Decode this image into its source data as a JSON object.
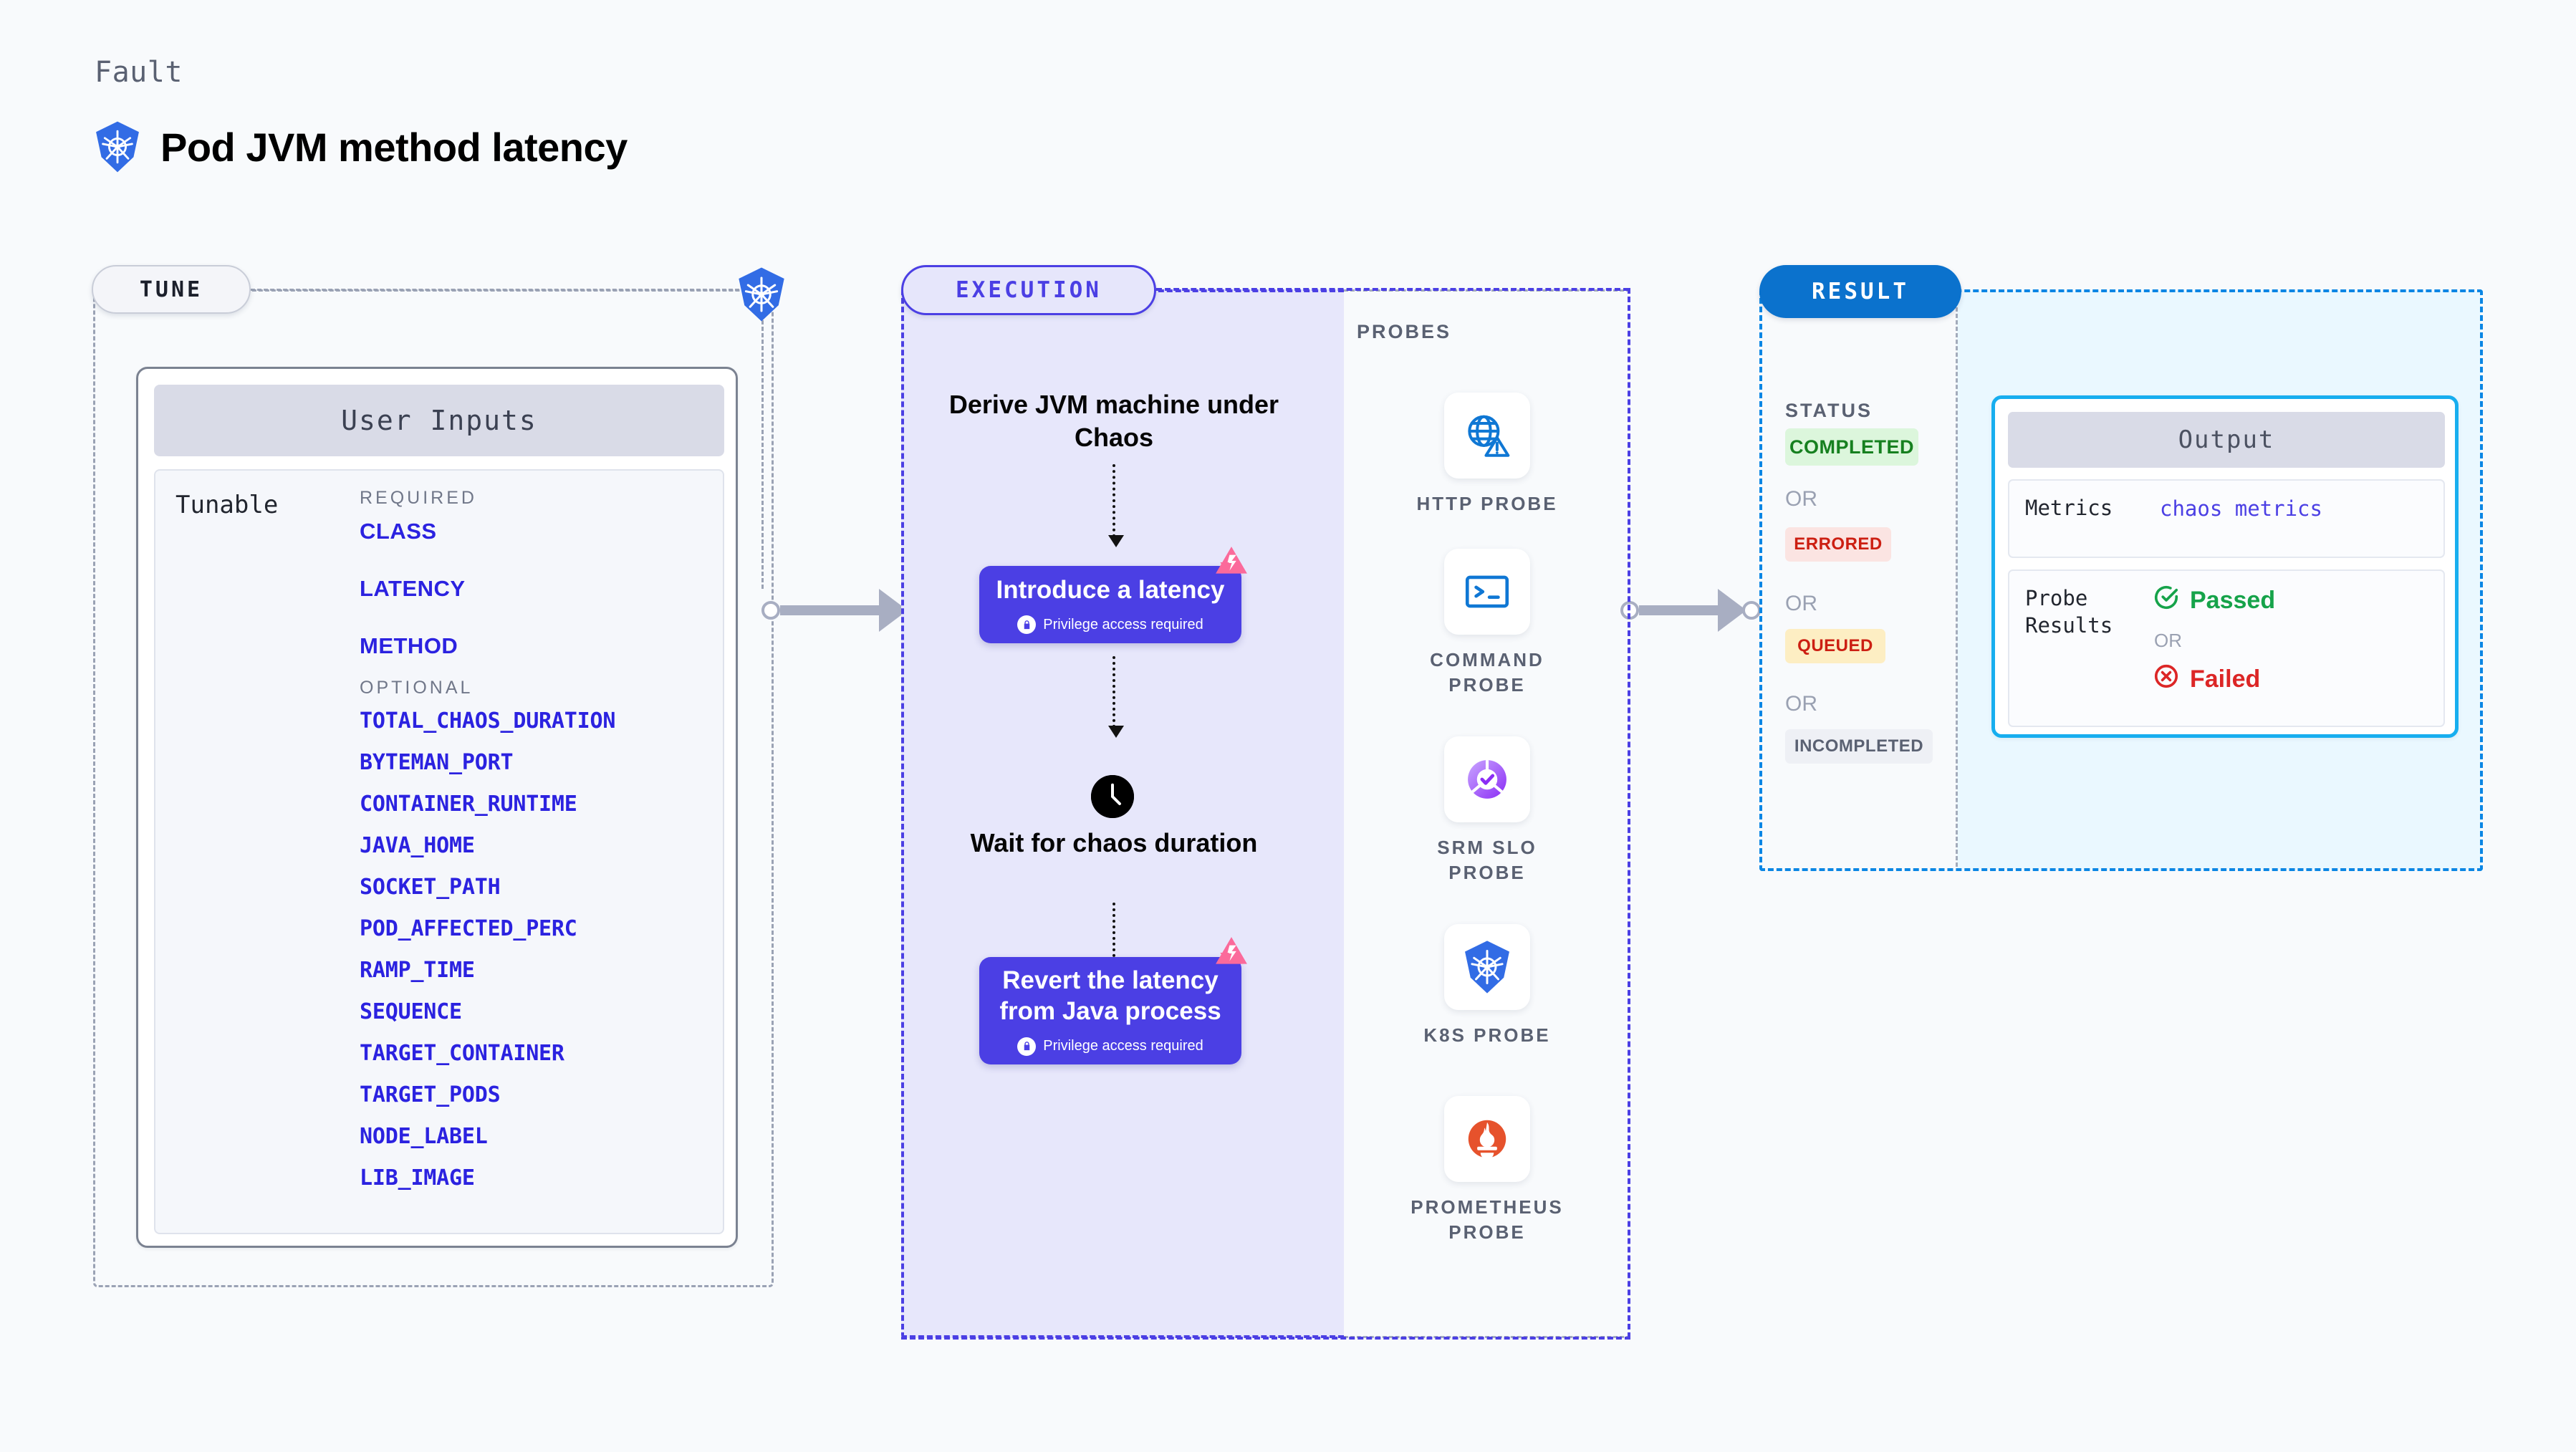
{
  "header": {
    "kicker": "Fault",
    "title": "Pod JVM method latency",
    "logo_icon": "kubernetes-icon"
  },
  "tune": {
    "pill_label": "TUNE",
    "badge_icon": "kubernetes-icon",
    "card_title": "User Inputs",
    "tunable_label": "Tunable",
    "required_title": "REQUIRED",
    "required": [
      "CLASS",
      "LATENCY",
      "METHOD"
    ],
    "optional_title": "OPTIONAL",
    "optional": [
      "TOTAL_CHAOS_DURATION",
      "BYTEMAN_PORT",
      "CONTAINER_RUNTIME",
      "JAVA_HOME",
      "SOCKET_PATH",
      "POD_AFFECTED_PERC",
      "RAMP_TIME",
      "SEQUENCE",
      "TARGET_CONTAINER",
      "TARGET_PODS",
      "NODE_LABEL",
      "LIB_IMAGE"
    ]
  },
  "execution": {
    "pill_label": "EXECUTION",
    "step1_text": "Derive JVM machine\nunder Chaos",
    "step2_title": "Introduce a latency",
    "step2_sub": "Privilege access required",
    "step2_badge_icon": "litmus-chaos-icon",
    "step2_lock_icon": "lock-icon",
    "wait_icon": "clock-icon",
    "step3_text": "Wait for chaos\nduration",
    "step4_title": "Revert the latency\nfrom Java process",
    "step4_sub": "Privilege access required",
    "step4_badge_icon": "litmus-chaos-icon",
    "step4_lock_icon": "lock-icon"
  },
  "probes": {
    "title": "PROBES",
    "items": [
      {
        "label": "HTTP  PROBE",
        "icon": "globe-warning-icon"
      },
      {
        "label": "COMMAND\nPROBE",
        "icon": "terminal-icon"
      },
      {
        "label": "SRM  SLO\nPROBE",
        "icon": "slo-gauge-icon"
      },
      {
        "label": "K8S  PROBE",
        "icon": "kubernetes-icon"
      },
      {
        "label": "PROMETHEUS\nPROBE",
        "icon": "prometheus-icon"
      }
    ]
  },
  "result": {
    "pill_label": "RESULT",
    "status_title": "STATUS",
    "or_label": "OR",
    "statuses": [
      {
        "label": "COMPLETED",
        "bg": "#dcf6dc",
        "fg": "#16801f"
      },
      {
        "label": "ERRORED",
        "bg": "#fbe4e2",
        "fg": "#cc1f12"
      },
      {
        "label": "QUEUED",
        "bg": "#fdeec3",
        "fg": "#cc1f12"
      },
      {
        "label": "INCOMPLETED",
        "bg": "#eef0f5",
        "fg": "#5a6172"
      }
    ],
    "output": {
      "title": "Output",
      "metrics_key": "Metrics",
      "metrics_value": "chaos metrics",
      "probe_results_key": "Probe\nResults",
      "passed_label": "Passed",
      "passed_icon": "check-circle-icon",
      "or_label": "OR",
      "failed_label": "Failed",
      "failed_icon": "x-circle-icon"
    }
  },
  "colors": {
    "page_bg": "#f8fafc",
    "accent_indigo": "#4b3fe4",
    "accent_blue": "#0b72cd",
    "accent_cyan": "#17aeef",
    "k8s_blue": "#326ce5",
    "litmus_pink": "#fb6a9b",
    "success_green": "#16a34a",
    "danger_red": "#dc2626"
  }
}
